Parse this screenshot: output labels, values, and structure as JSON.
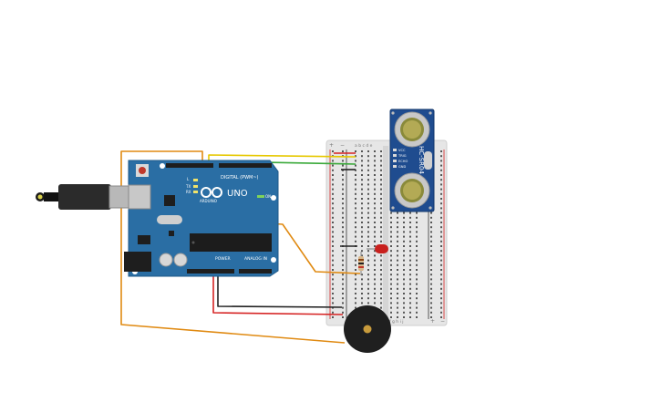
{
  "board": {
    "brand": "ARDUINO",
    "model": "UNO",
    "digital_label": "DIGITAL (PWM~)",
    "power_label": "POWER",
    "analog_label": "ANALOG IN",
    "pin_tx": "TX",
    "pin_rx": "RX",
    "pin_l": "L",
    "pin_on": "ON",
    "color": "#2a6ea4"
  },
  "sensor": {
    "model": "HC-SR04",
    "pins": [
      "VCC",
      "TRIG",
      "ECHO",
      "GND"
    ],
    "color": "#1f4c8f"
  },
  "breadboard": {
    "letters_top": "a b c d e",
    "letters_bottom": "f g h i j",
    "rail_plus": "+",
    "rail_minus": "−"
  },
  "wire_colors": {
    "orange": "#e08a12",
    "yellow": "#e6c800",
    "green": "#3aa93a",
    "red": "#d62424",
    "black": "#222222"
  },
  "icons": {
    "usb": "usb-cable-icon",
    "buzzer": "piezo-buzzer-icon",
    "led": "red-led-icon",
    "resistor": "resistor-icon"
  }
}
